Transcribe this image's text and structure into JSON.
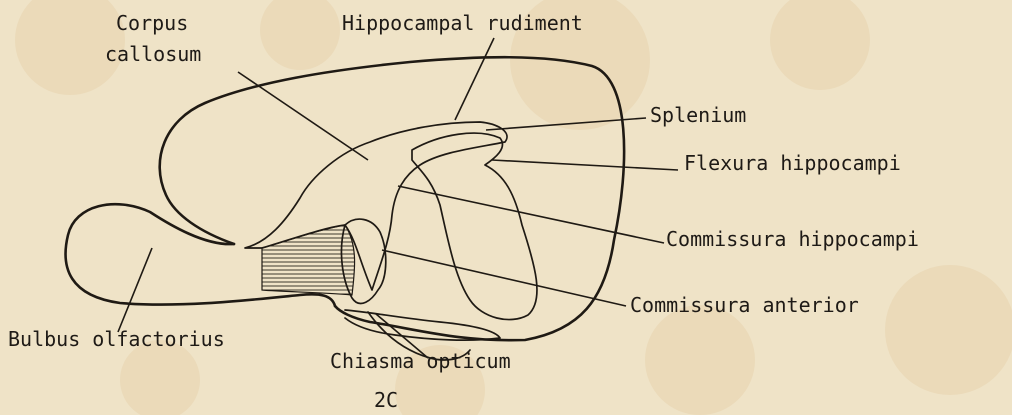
{
  "labels": {
    "corpus_callosum_line1": "Corpus",
    "corpus_callosum_line2": "callosum",
    "hippocampal_rudiment": "Hippocampal rudiment",
    "splenium": "Splenium",
    "flexura_hippocampi": "Flexura hippocampi",
    "commissura_hippocampi": "Commissura hippocampi",
    "commissura_anterior": "Commissura anterior",
    "bulbus_olfactorius": "Bulbus olfactorius",
    "chiasma_opticum": "Chiasma opticum"
  },
  "figure_number": "2C",
  "colors": {
    "paper": "#efe3c7",
    "ink": "#1f1a14"
  }
}
